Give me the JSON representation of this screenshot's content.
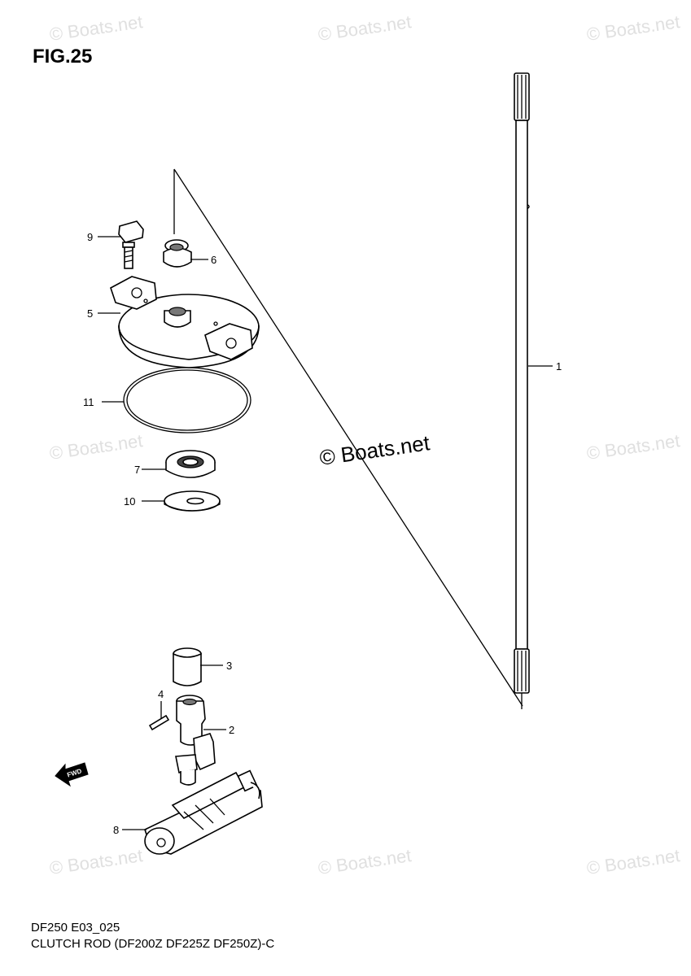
{
  "figure": {
    "title": "FIG.25",
    "model_code": "DF250 E03_025",
    "subtitle": "CLUTCH ROD (DF200Z DF225Z DF250Z)-C"
  },
  "watermark": {
    "text": "© Boats.net"
  },
  "fwd_label": "FWD",
  "callouts": [
    "9",
    "6",
    "5",
    "11",
    "7",
    "10",
    "1",
    "3",
    "4",
    "2",
    "8"
  ]
}
